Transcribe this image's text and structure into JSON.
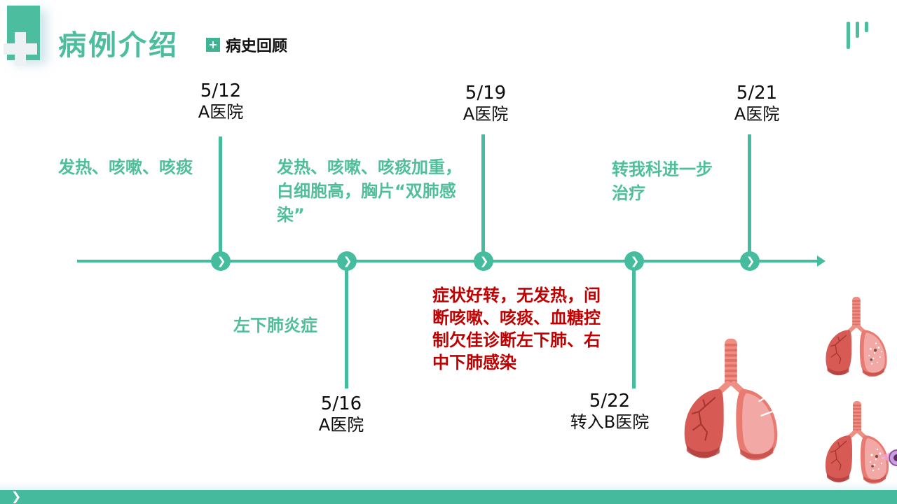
{
  "slide": {
    "title": "病例介绍",
    "subtitle": "病史回顾"
  },
  "timeline": {
    "events": [
      {
        "date": "5/12",
        "place": "A医院"
      },
      {
        "date": "5/16",
        "place": "A医院"
      },
      {
        "date": "5/19",
        "place": "A医院"
      },
      {
        "date": "5/22",
        "place": "转入B医院"
      },
      {
        "date": "5/21",
        "place": "A医院"
      }
    ],
    "annotations": {
      "green_1": "发热、咳嗽、咳痰",
      "green_2": "发热、咳嗽、咳痰加重，白细胞高，胸片“双肺感染”",
      "green_3": "转我科进一步治疗",
      "green_4": "左下肺炎症",
      "red_1": "症状好转，无发热，间断咳嗽、咳痰、血糖控制欠佳诊断左下肺、右中下肺感染"
    }
  },
  "icons": {
    "subtitle_plus": "+",
    "node_chevron": "❯",
    "next_chevron": "❯"
  },
  "colors": {
    "accent_teal": "#45BC9E",
    "title_teal": "#4CBE9F",
    "annotation_green": "#4FBF9A",
    "annotation_red": "#C00000",
    "footer_bar": "#45BA9C"
  }
}
